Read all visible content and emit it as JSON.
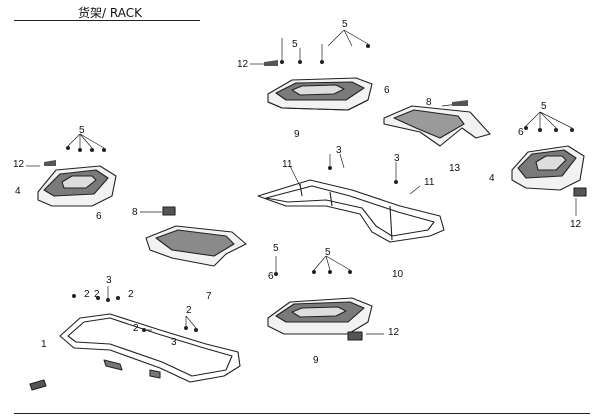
{
  "title": "货架/ RACK",
  "callouts": [
    {
      "id": "c-5-top",
      "text": "5"
    },
    {
      "id": "c-5-top-b",
      "text": "5"
    },
    {
      "id": "c-12-top",
      "text": "12"
    },
    {
      "id": "c-6-top",
      "text": "6"
    },
    {
      "id": "c-8-top",
      "text": "8"
    },
    {
      "id": "c-9-top",
      "text": "9"
    },
    {
      "id": "c-5-right",
      "text": "5"
    },
    {
      "id": "c-6-right",
      "text": "6"
    },
    {
      "id": "c-13",
      "text": "13"
    },
    {
      "id": "c-4-right",
      "text": "4"
    },
    {
      "id": "c-12-right",
      "text": "12"
    },
    {
      "id": "c-5-left",
      "text": "5"
    },
    {
      "id": "c-12-left",
      "text": "12"
    },
    {
      "id": "c-4-left",
      "text": "4"
    },
    {
      "id": "c-6-left",
      "text": "6"
    },
    {
      "id": "c-8-left",
      "text": "8"
    },
    {
      "id": "c-3-mid",
      "text": "3"
    },
    {
      "id": "c-11-mid",
      "text": "11"
    },
    {
      "id": "c-3-mid-b",
      "text": "3"
    },
    {
      "id": "c-11-mid-b",
      "text": "11"
    },
    {
      "id": "c-5-low",
      "text": "5"
    },
    {
      "id": "c-5-low-b",
      "text": "5"
    },
    {
      "id": "c-6-low",
      "text": "6"
    },
    {
      "id": "c-10",
      "text": "10"
    },
    {
      "id": "c-12-low",
      "text": "12"
    },
    {
      "id": "c-9-low",
      "text": "9"
    },
    {
      "id": "c-3-bl",
      "text": "3"
    },
    {
      "id": "c-2-bl-a",
      "text": "2"
    },
    {
      "id": "c-2-bl-b",
      "text": "2"
    },
    {
      "id": "c-2-bl-c",
      "text": "2"
    },
    {
      "id": "c-7",
      "text": "7"
    },
    {
      "id": "c-2-bl-d",
      "text": "2"
    },
    {
      "id": "c-2-bl-e",
      "text": "2"
    },
    {
      "id": "c-3-bl-b",
      "text": "3"
    },
    {
      "id": "c-1",
      "text": "1"
    }
  ]
}
